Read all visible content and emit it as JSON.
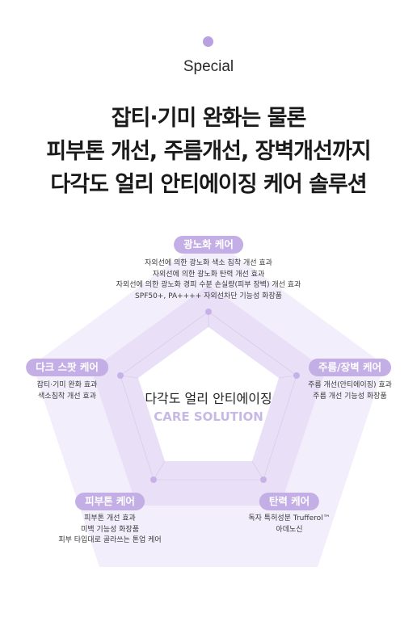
{
  "section_label": "Special",
  "headline": [
    "잡티·기미 완화는 물론",
    "피부톤 개선, 주름개선, 장벽개선까지",
    "다각도 얼리 안티에이징 케어 솔루션"
  ],
  "center": {
    "title": "다각도 얼리 안티에이징",
    "subtitle": "CARE SOLUTION"
  },
  "categories": [
    {
      "label": "광노화 케어",
      "lines": [
        "자외선에 의한 광노화 색소 침착 개선 효과",
        "자외선에 의한 광노화 탄력 개선 효과",
        "자외선에 의한 광노화 경피 수분 손실량(피부 장벽) 개선 효과",
        "SPF50+, PA++++ 자외선차단 기능성 화장품"
      ]
    },
    {
      "label": "주름/장벽 케어",
      "lines": [
        "주름 개선(안티에이징) 효과",
        "주름 개선 기능성 화장품"
      ]
    },
    {
      "label": "탄력 케어",
      "lines": [
        "독자 특허성분 Trufferol™",
        "아데노신"
      ]
    },
    {
      "label": "피부톤 케어",
      "lines": [
        "피부톤 개선 효과",
        "미백 기능성 화장품",
        "피부 타입대로 골라쓰는 톤업 케어"
      ]
    },
    {
      "label": "다크 스팟 케어",
      "lines": [
        "잡티·기미 완화 효과",
        "색소침착 개선 효과"
      ]
    }
  ],
  "colors": {
    "accent": "#c4aee6",
    "dot": "#b9a0e0",
    "outer_band": "#f1ebfa",
    "inner_band": "#e8def7",
    "subtitle": "#c7b8e6"
  }
}
